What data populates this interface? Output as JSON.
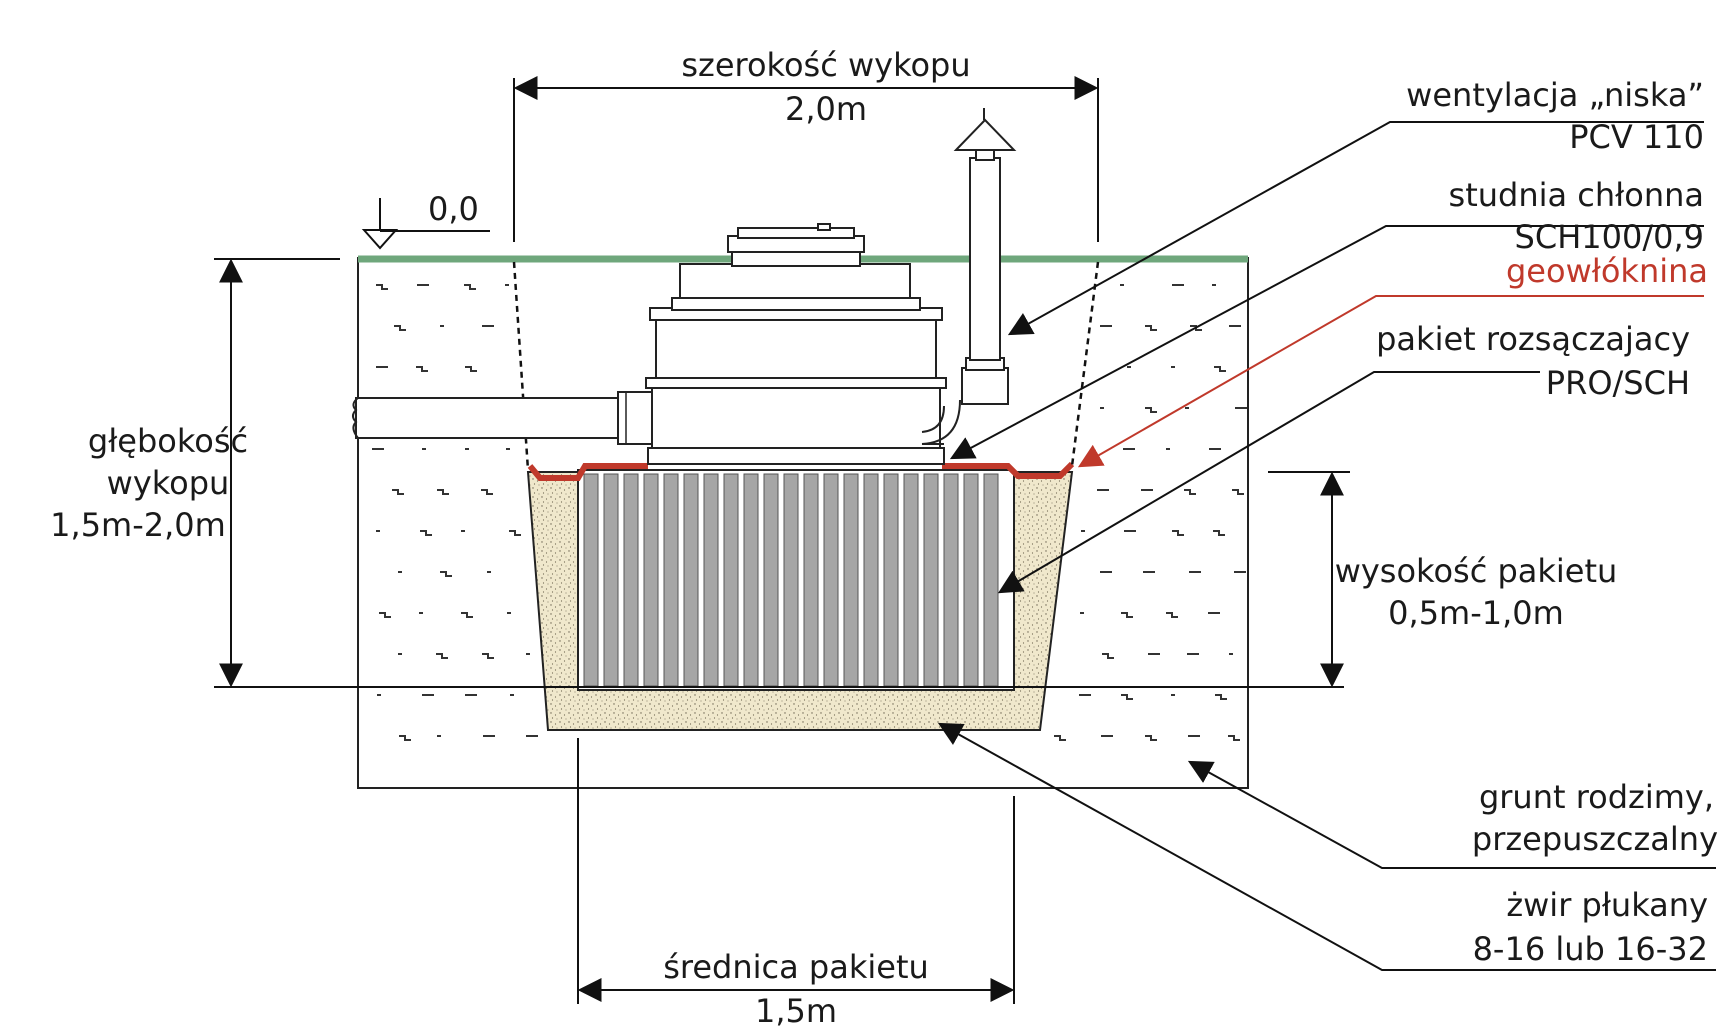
{
  "dimensions": {
    "trench_width_label": "szerokość wykopu",
    "trench_width_value": "2,0m",
    "ground_level": "0,0",
    "trench_depth_line1": "głębokość",
    "trench_depth_line2": "wykopu",
    "trench_depth_value": "1,5m-2,0m",
    "package_height_label": "wysokość  pakietu",
    "package_height_value": "0,5m-1,0m",
    "package_diameter_label": "średnica  pakietu",
    "package_diameter_value": "1,5m"
  },
  "callouts": {
    "vent_line1": "wentylacja „niska”",
    "vent_line2": "PCV 110",
    "well_line1": "studnia chłonna",
    "well_line2": "SCH100/0,9",
    "geotextile": "geowłóknina",
    "package_line1": "pakiet rozsączajacy",
    "package_line2": "PRO/SCH",
    "soil_line1": "grunt rodzimy,",
    "soil_line2": "przepuszczalny",
    "gravel_line1": "żwir płukany",
    "gravel_line2": "8-16 lub 16-32"
  },
  "colors": {
    "grass": "#6fa77c",
    "geotextile": "#c0392b",
    "gravel": "#f0e8cc",
    "package_slats": "#a6a6a6",
    "soil_marks": "#333333"
  }
}
